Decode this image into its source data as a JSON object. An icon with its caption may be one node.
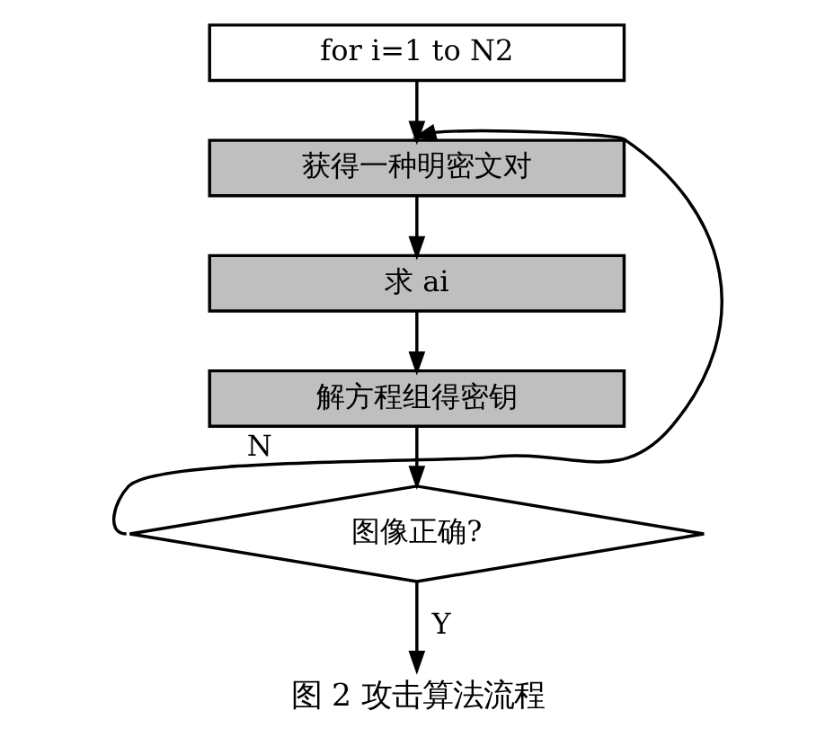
{
  "diagram": {
    "caption": "图 2 攻击算法流程",
    "nodes": [
      {
        "text": [
          "for i=1 to N2"
        ]
      },
      {
        "text": [
          "获得一种明密文对"
        ]
      },
      {
        "text": [
          "求 ai"
        ]
      },
      {
        "text": [
          "解方程组得密钥"
        ]
      },
      {
        "text": [
          "图像正确?"
        ]
      }
    ],
    "edges": [
      {
        "from": 0,
        "to": 1,
        "arrow": "to"
      },
      {
        "from": 1,
        "to": 2,
        "arrow": "to"
      },
      {
        "from": 2,
        "to": 3,
        "arrow": "to"
      },
      {
        "from": 3,
        "to": 4,
        "arrow": "to"
      },
      {
        "from": 4,
        "to": 1,
        "arrow": "to",
        "label": "N"
      },
      {
        "from": 4,
        "to": null,
        "arrow": "to",
        "label": "Y"
      }
    ]
  }
}
